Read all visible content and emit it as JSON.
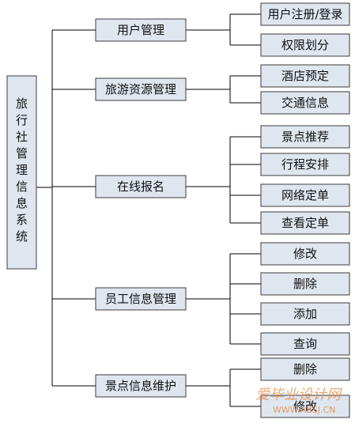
{
  "root": {
    "chars": [
      "旅",
      "行",
      "社",
      "管",
      "理",
      "信",
      "息",
      "系",
      "统"
    ]
  },
  "modules": [
    {
      "label": "用户管理",
      "children": [
        "用户注册/登录",
        "权限划分"
      ]
    },
    {
      "label": "旅游资源管理",
      "children": [
        "酒店预定",
        "交通信息"
      ]
    },
    {
      "label": "在线报名",
      "children": [
        "景点推荐",
        "行程安排",
        "网络定单",
        "查看定单"
      ]
    },
    {
      "label": "员工信息管理",
      "children": [
        "修改",
        "删除",
        "添加",
        "查询"
      ]
    },
    {
      "label": "景点信息维护",
      "children": [
        "删除",
        "修改"
      ]
    }
  ],
  "watermark": {
    "text": "爱毕业设计网",
    "url": "WWW.ABSJ.CN"
  },
  "colors": {
    "box_fill": "#dfe6f0",
    "box_border": "#3c3c3c",
    "line": "#000000",
    "watermark": "#e58a4a"
  }
}
